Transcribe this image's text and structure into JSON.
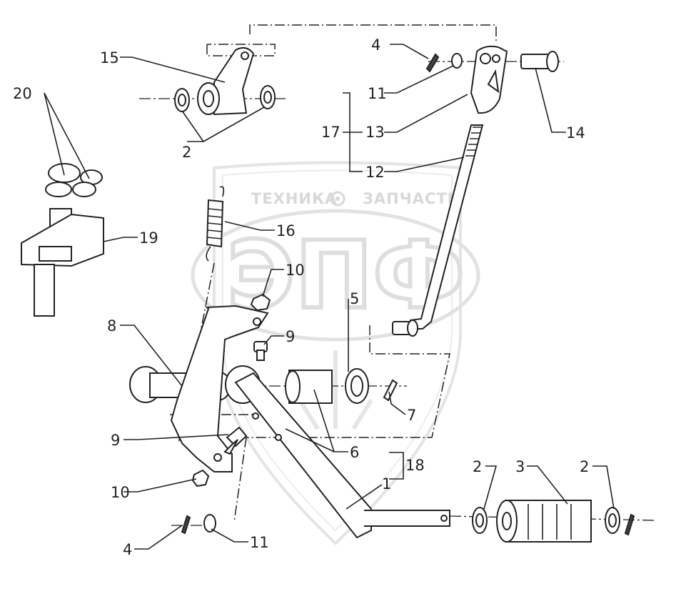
{
  "watermark": {
    "top_text_left": "ТЕХНИКА",
    "top_text_right": "ЗАПЧАСТИ",
    "logo_text": "ЭПФ",
    "gear_icon": "gear-icon"
  },
  "callouts": {
    "c1": "1",
    "c2a": "2",
    "c2b": "2",
    "c2c": "2",
    "c3": "3",
    "c4a": "4",
    "c4b": "4",
    "c5": "5",
    "c6": "6",
    "c7": "7",
    "c8": "8",
    "c9a": "9",
    "c9b": "9",
    "c10a": "10",
    "c10b": "10",
    "c11a": "11",
    "c11b": "11",
    "c12": "12",
    "c13": "13",
    "c14": "14",
    "c15": "15",
    "c16": "16",
    "c17": "17",
    "c18": "18",
    "c19": "19",
    "c20": "20"
  }
}
